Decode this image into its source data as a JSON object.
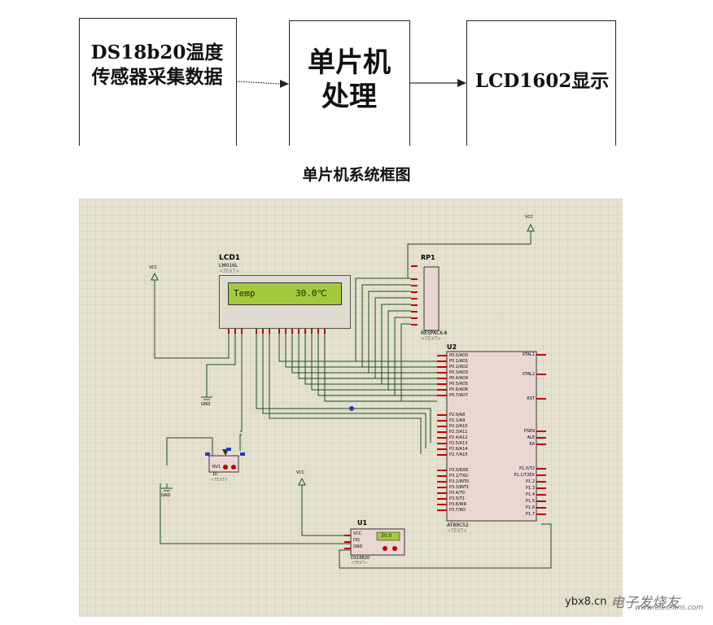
{
  "block_diagram": {
    "blocks": [
      {
        "id": "sensor",
        "label": "DS18b20温度传感器采集数据"
      },
      {
        "id": "mcu",
        "label": "单片机处理"
      },
      {
        "id": "display",
        "label": "LCD1602显示"
      }
    ],
    "caption": "单片机系统框图"
  },
  "schematic": {
    "lcd": {
      "name": "LCD1",
      "part": "LM016L",
      "text_tag": "<TEXT>",
      "display_row1_left": "Temp",
      "display_row1_right": "30.0℃"
    },
    "rp1": {
      "name": "RP1",
      "part": "RESPACK-8",
      "text_tag": "<TEXT>"
    },
    "u2": {
      "name": "U2",
      "part": "AT89C52",
      "text_tag": "<TEXT>",
      "left_pins": [
        "P0.0/AD0",
        "P0.1/AD1",
        "P0.2/AD2",
        "P0.3/AD3",
        "P0.4/AD4",
        "P0.5/AD5",
        "P0.6/AD6",
        "P0.7/AD7",
        "P2.0/A8",
        "P2.1/A9",
        "P2.2/A10",
        "P2.3/A11",
        "P2.4/A12",
        "P2.5/A13",
        "P2.6/A14",
        "P2.7/A15",
        "P3.0/RXD",
        "P3.1/TXD",
        "P3.2/INT0",
        "P3.3/INT1",
        "P3.4/T0",
        "P3.5/T1",
        "P3.6/WR",
        "P3.7/RD"
      ],
      "right_pins": [
        "XTAL1",
        "XTAL2",
        "RST",
        "PSEN",
        "ALE",
        "EA",
        "P1.0/T2",
        "P1.1/T2EX",
        "P1.2",
        "P1.3",
        "P1.4",
        "P1.5",
        "P1.6",
        "P1.7"
      ]
    },
    "u1": {
      "name": "U1",
      "pins": [
        "VCC",
        "DQ",
        "GND"
      ],
      "readout": "30.0",
      "part": "DS18B20",
      "text_tag": "<TEXT>"
    },
    "rv1": {
      "name": "RV1",
      "value": "1k",
      "text_tag": "<TEXT>"
    },
    "power_labels": {
      "vcc": "VCC",
      "gnd": "GND"
    }
  },
  "watermark": {
    "left_text": "ybx8.cn",
    "logo_text": "电子发烧友",
    "url": "www.elecfans.com"
  },
  "colors": {
    "grid_bg": "#e4e1cf",
    "grid_line": "#cfcbb6",
    "wire": "#1d4d1d",
    "chip_fill": "#ead7d4",
    "lcd_screen": "#a5c93c",
    "pin_red": "#c00000",
    "pin_blue": "#1f3fb5"
  }
}
